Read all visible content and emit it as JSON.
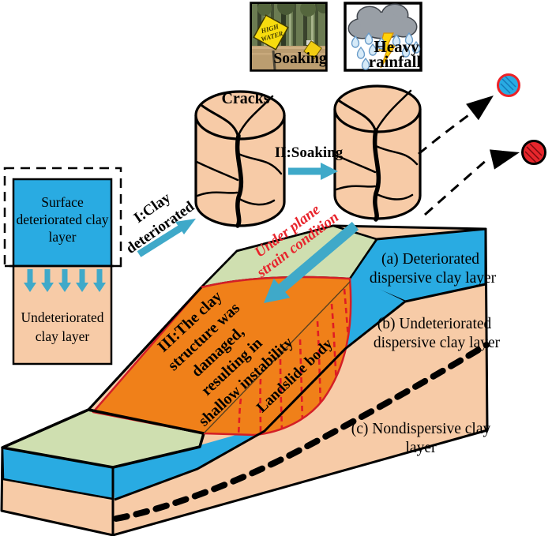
{
  "colors": {
    "peach": "#F7CBA7",
    "orange": "#F08019",
    "blue": "#29ABE2",
    "green": "#CFDFB0",
    "teal_arrow": "#3FA9C9",
    "red_accent": "#E8242C"
  },
  "photos": {
    "soaking": {
      "caption": "Soaking",
      "sign_line1": "HIGH",
      "sign_line2": "WATER"
    },
    "rainfall": {
      "caption_line1": "Heavy",
      "caption_line2": "rainfall"
    }
  },
  "cylinders": {
    "cracks_label": "Cracks"
  },
  "steps": {
    "step1_line1": "I:Clay",
    "step1_line2": "deteriorated",
    "step2": "II:Soaking",
    "step3_line1": "III:The clay",
    "step3_line2": "structure was",
    "step3_line3": "damaged,",
    "step3_line4": "resulting in",
    "step3_line5": "shallow instability"
  },
  "left_box": {
    "top_line1": "Surface",
    "top_line2": "deteriorated clay",
    "top_line3": "layer",
    "bottom_line1": "Undeteriorated",
    "bottom_line2": "clay layer"
  },
  "slope": {
    "under_plane_line1": "Under plane",
    "under_plane_line2": "strain condition",
    "landslide_body": "Landslide body",
    "layer_a_line1": "(a) Deteriorated",
    "layer_a_line2": "dispersive clay layer",
    "layer_b_line1": "(b) Undeteriorated",
    "layer_b_line2": "dispersive clay layer",
    "layer_c_line1": "(c) Nondispersive clay",
    "layer_c_line2": "layer"
  }
}
